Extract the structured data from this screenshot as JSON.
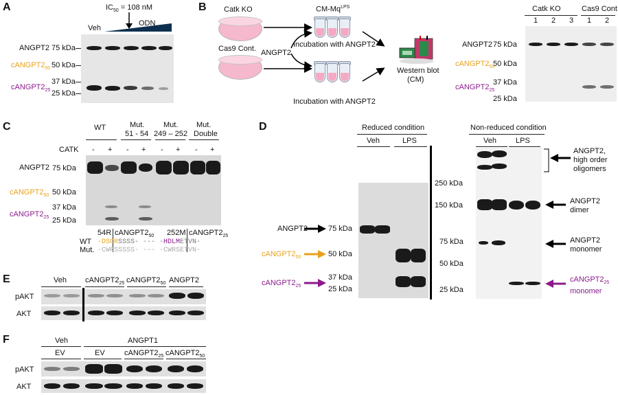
{
  "panels": {
    "A": {
      "label": "A",
      "ic50": "IC",
      "ic50_sub": "50",
      "ic50_value": " = 108 nM",
      "veh": "Veh",
      "odn": "ODN",
      "rows": [
        {
          "name": "ANGPT2",
          "kda": "75 kDa"
        },
        {
          "name": "cANGPT2",
          "sub": "50",
          "kda": "50 kDa"
        },
        {
          "name": "",
          "kda": "37 kDa"
        },
        {
          "name": "cANGPT2",
          "sub": "25",
          "kda": "25 kDa"
        }
      ]
    },
    "B": {
      "label": "B",
      "catk_ko": "Catk KO",
      "cas9_cont": "Cas9 Cont.",
      "cm_mq": "CM-Mq",
      "cm_mq_sup": "LPS",
      "angpt2": "ANGPT2",
      "incubation1": "Incubation with ANGPT2",
      "incubation2": "Incubation with ANGPT2",
      "western": "Western blot",
      "western_cm": "(CM)",
      "blot_header_ko": "Catk KO",
      "blot_header_cas9": "Cas9 Cont.",
      "lanes": [
        "1",
        "2",
        "3",
        "1",
        "2"
      ],
      "rows": [
        {
          "name": "ANGPT2",
          "kda": "75 kDa"
        },
        {
          "name": "cANGPT2",
          "sub": "50",
          "kda": "50 kDa"
        },
        {
          "name": "",
          "kda": "37 kDa"
        },
        {
          "name": "cANGPT2",
          "sub": "25",
          "kda": "25 kDa"
        }
      ]
    },
    "C": {
      "label": "C",
      "groups": [
        "WT",
        "Mut.",
        "Mut.",
        "Mut."
      ],
      "groups_line2": [
        "",
        "51 - 54",
        "249 – 252",
        "Double"
      ],
      "catk": "CATK",
      "signs": [
        "-",
        "+",
        "-",
        "+",
        "-",
        "+",
        "-",
        "+"
      ],
      "rows": [
        {
          "name": "ANGPT2",
          "kda": "75 kDa"
        },
        {
          "name": "cANGPT2",
          "sub": "50",
          "kda": "50 kDa"
        },
        {
          "name": "",
          "kda": "37 kDa"
        },
        {
          "name": "cANGPT2",
          "sub": "25",
          "kda": "25 kDa"
        }
      ],
      "seq_54r": "54R",
      "seq_c50": "cANGPT2",
      "seq_c50_sub": "50",
      "seq_252m": "252M",
      "seq_c25": "cANGPT2",
      "seq_c25_sub": "25",
      "wt": "WT",
      "mut": "Mut.",
      "wt_seq_a": "-DSCR",
      "wt_seq_b": "SSSS- --- -",
      "wt_seq_c": "HDLM",
      "wt_seq_d": "ETVN-",
      "mut_seq_a": "-CWRS",
      "mut_seq_b": "SSSS- --- -",
      "mut_seq_c": "CWRS",
      "mut_seq_d": "ETVN-"
    },
    "D": {
      "label": "D",
      "reduced": "Reduced condition",
      "nonreduced": "Non-reduced condition",
      "veh": "Veh",
      "lps": "LPS",
      "left_labels": [
        {
          "name": "ANGPT2",
          "kda": "75 kDa"
        },
        {
          "name": "cANGPT2",
          "sub": "50",
          "kda": "50 kDa"
        },
        {
          "name": "",
          "kda": "37 kDa"
        },
        {
          "name": "cANGPT2",
          "sub": "25",
          "kda": "25 kDa"
        }
      ],
      "right_kda": [
        "250 kDa",
        "150 kDa",
        "75 kDa",
        "50 kDa",
        "25 kDa"
      ],
      "oligomers": "ANGPT2,",
      "oligomers2": "high order",
      "oligomers3": "oligomers",
      "dimer": "ANGPT2",
      "dimer2": "dimer",
      "monomer": "ANGPT2",
      "monomer2": "monomer",
      "c25mono": "cANGPT2",
      "c25mono_sub": "25",
      "c25mono2": "monomer"
    },
    "E": {
      "label": "E",
      "groups": [
        "Veh",
        "cANGPT2",
        "cANGPT2",
        "ANGPT2"
      ],
      "group_subs": [
        "",
        "25",
        "50",
        ""
      ],
      "rows": [
        "pAKT",
        "AKT"
      ]
    },
    "F": {
      "label": "F",
      "veh": "Veh",
      "angpt1": "ANGPT1",
      "sub_groups": [
        "EV",
        "EV",
        "cANGPT2",
        "cANGPT2"
      ],
      "sub_group_subs": [
        "",
        "",
        "25",
        "50"
      ],
      "rows": [
        "pAKT",
        "AKT"
      ]
    }
  },
  "colors": {
    "orange": "#e8a11b",
    "purple": "#8b1a8c",
    "pink": "#f5b8cc",
    "black": "#000000"
  }
}
